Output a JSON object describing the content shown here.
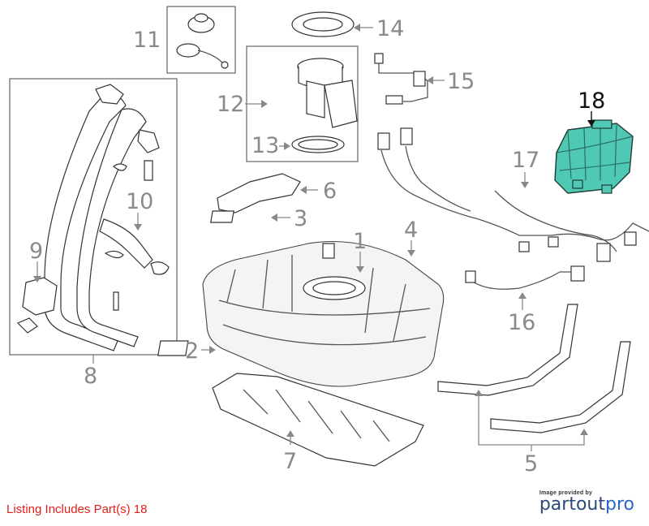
{
  "diagram": {
    "callouts": [
      "1",
      "2",
      "3",
      "4",
      "5",
      "6",
      "7",
      "8",
      "9",
      "10",
      "11",
      "12",
      "13",
      "14",
      "15",
      "16",
      "17",
      "18"
    ],
    "highlighted_part": "18",
    "highlight_color": "#4fc9b3"
  },
  "caption": {
    "text": "Listing Includes Part(s) 18",
    "color": "#e0201c"
  },
  "credit": {
    "line1": "Image provided by",
    "brand_part1": "partout",
    "brand_part2": "pro"
  }
}
